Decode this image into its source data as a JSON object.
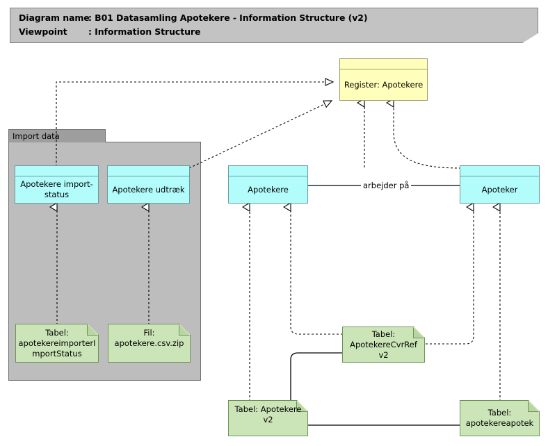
{
  "title": {
    "line1_key": "Diagram name",
    "line1_value": ": B01 Datasamling Apotekere - Information Structure (v2)",
    "line2_key": "Viewpoint",
    "line2_value": ": Information Structure"
  },
  "group": {
    "label": "Import data"
  },
  "nodes": {
    "register_apotekere": "Register: Apotekere",
    "apotekere_importstatus": "Apotekere import-status",
    "apotekere_udtraek": "Apotekere udtræk",
    "apotekere": "Apotekere",
    "apoteker": "Apoteker",
    "tabel_apotekereimporterimportstatus": "Tabel:\napotekereimporterI\nmportStatus",
    "fil_apotekere_csv_zip": "Fil: apotekere.csv.zip",
    "tabel_apotekerecvrref_v2": "Tabel:\nApotekereCvrRef v2",
    "tabel_apotekere_v2": "Tabel: Apotekere v2",
    "tabel_apotekereapotek": "Tabel:\napotekereapotek"
  },
  "edges": {
    "arbejder_paa": "arbejder på"
  },
  "colors": {
    "title_bg": "#c3c3c3",
    "group_bg": "#bdbdbd",
    "group_tab_bg": "#9e9e9e",
    "class_cyan": "#b2fcfc",
    "class_yellow": "#ffffbb",
    "artifact_green": "#cce5b8",
    "line": "#000000"
  }
}
